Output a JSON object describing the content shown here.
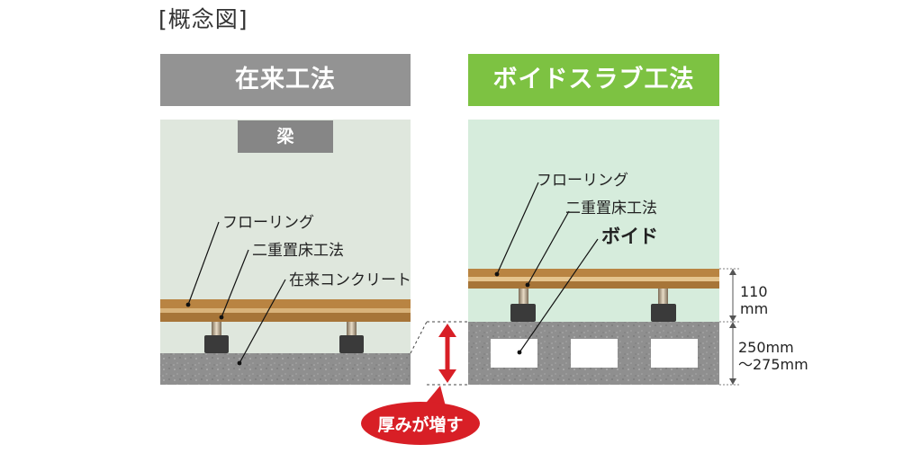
{
  "caption": "[概念図]",
  "colors": {
    "conventional_banner": "#939393",
    "void_banner": "#7dc242",
    "panel_bg": "#dfe7dd",
    "void_panel_bg": "#d6ecdc",
    "beam": "#868686",
    "flooring": "#b98442",
    "concrete": "#8d8d8d",
    "post_base": "#3a3a3a",
    "badge": "#d81f26"
  },
  "conventional": {
    "title": "在来工法",
    "beam": "梁",
    "labels": {
      "flooring": "フローリング",
      "double_floor": "二重置床工法",
      "concrete": "在来コンクリート"
    }
  },
  "void_slab": {
    "title": "ボイドスラブ工法",
    "labels": {
      "flooring": "フローリング",
      "double_floor": "二重置床工法",
      "void": "ボイド"
    },
    "dimensions": {
      "floor_height": [
        "110",
        "mm"
      ],
      "slab_thickness": [
        "250mm",
        "～275mm"
      ]
    }
  },
  "badge": "厚みが増す"
}
